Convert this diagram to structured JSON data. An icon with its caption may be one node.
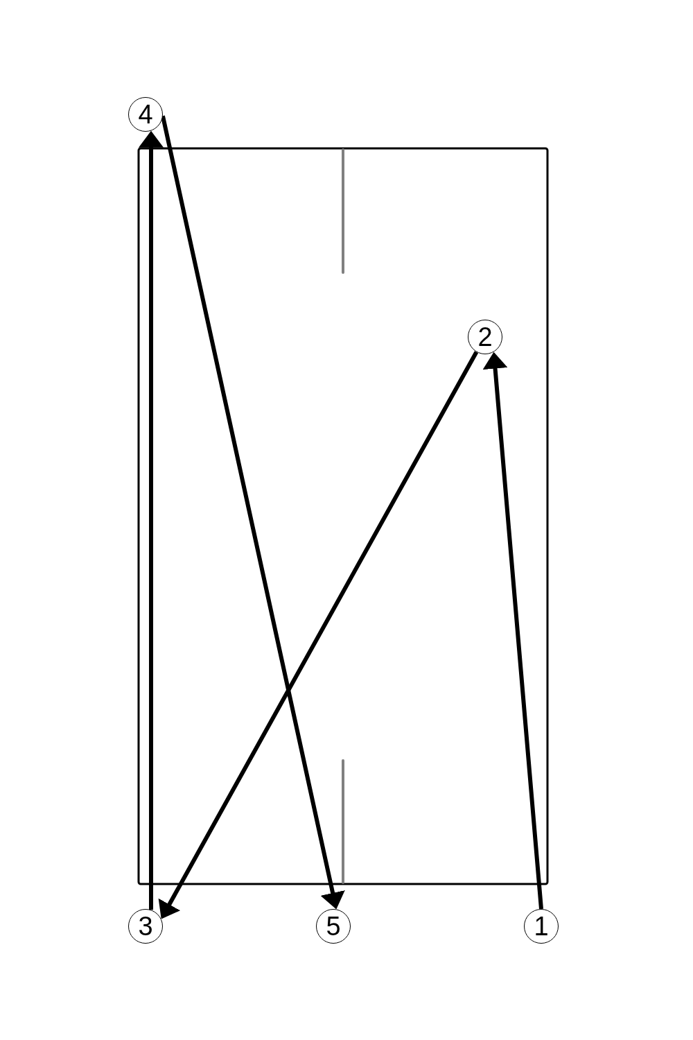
{
  "diagram": {
    "nodes": [
      {
        "text": [
          "4"
        ]
      },
      {
        "text": [
          "2"
        ]
      },
      {
        "text": [
          "3"
        ]
      },
      {
        "text": [
          "5"
        ]
      },
      {
        "text": [
          "1"
        ]
      }
    ],
    "edges": [
      {
        "from": 4,
        "to": 1,
        "arrow": "to"
      },
      {
        "from": 1,
        "to": 2,
        "arrow": "to"
      },
      {
        "from": 2,
        "to": 0,
        "arrow": "to"
      },
      {
        "from": 0,
        "to": 3,
        "arrow": "to"
      }
    ]
  }
}
